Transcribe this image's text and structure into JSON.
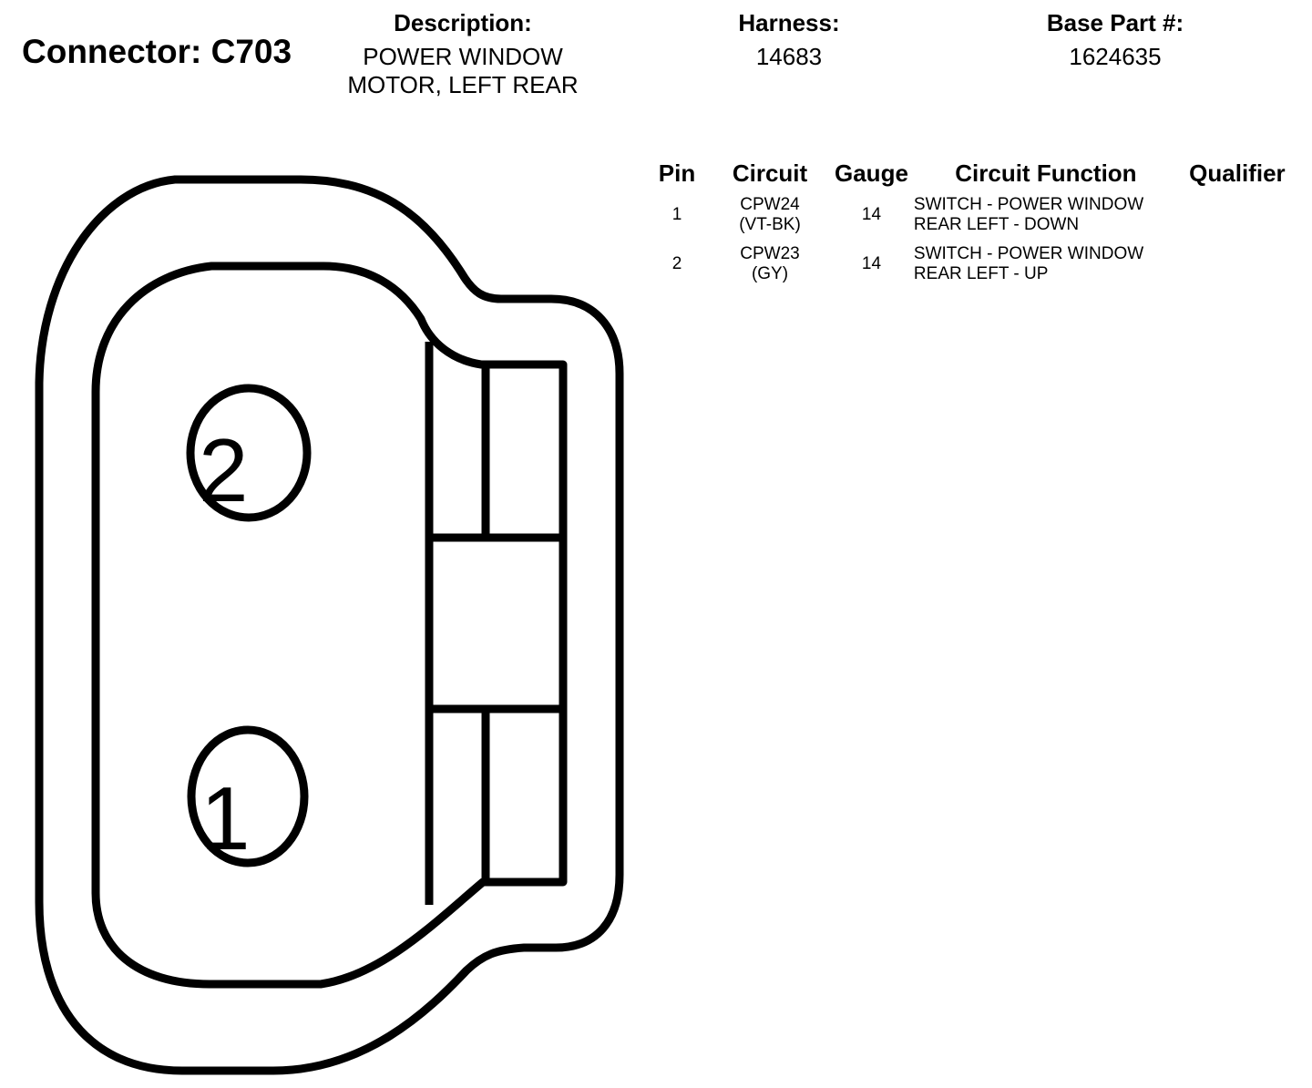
{
  "header": {
    "connector_title": "Connector: C703",
    "description_label": "Description:",
    "description_line1": "POWER WINDOW",
    "description_line2": "MOTOR, LEFT REAR",
    "harness_label": "Harness:",
    "harness_value": "14683",
    "base_part_label": "Base Part #:",
    "base_part_value": "1624635"
  },
  "table": {
    "headers": {
      "pin": "Pin",
      "circuit": "Circuit",
      "gauge": "Gauge",
      "function": "Circuit Function",
      "qualifier": "Qualifier"
    },
    "rows": [
      {
        "pin": "1",
        "circuit_code": "CPW24",
        "circuit_color": "(VT-BK)",
        "gauge": "14",
        "function_line1": "SWITCH - POWER WINDOW",
        "function_line2": "REAR LEFT - DOWN",
        "qualifier": ""
      },
      {
        "pin": "2",
        "circuit_code": "CPW23",
        "circuit_color": "(GY)",
        "gauge": "14",
        "function_line1": "SWITCH - POWER WINDOW",
        "function_line2": "REAR LEFT - UP",
        "qualifier": ""
      }
    ]
  },
  "diagram": {
    "pin_labels": [
      "1",
      "2"
    ],
    "line_color": "#000000"
  }
}
